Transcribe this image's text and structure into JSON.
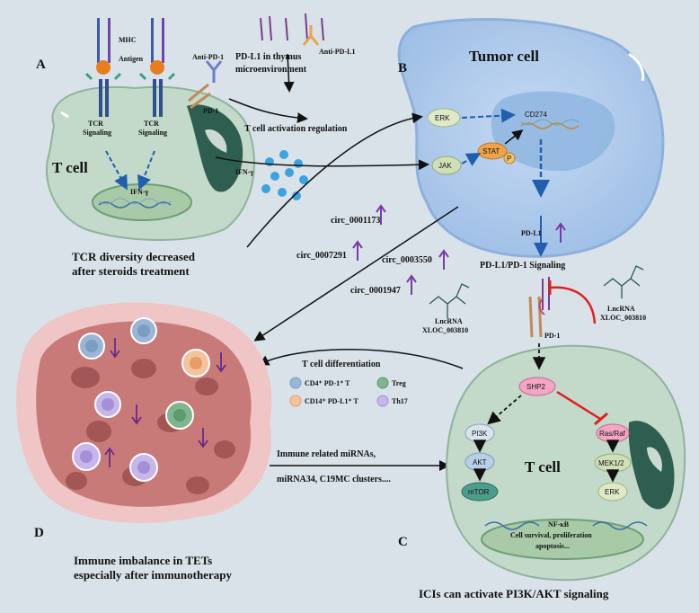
{
  "panels": {
    "A": "A",
    "B": "B",
    "C": "C",
    "D": "D"
  },
  "panel_a": {
    "mhc": "MHC",
    "antigen": "Antigen",
    "anti_pd1": "Anti-PD-1",
    "pd1": "PD-1",
    "tcr_signaling_1a": "TCR",
    "tcr_signaling_1b": "Signaling",
    "tcr_signaling_2a": "TCR",
    "tcr_signaling_2b": "Signaling",
    "t_cell": "T cell",
    "ifn": "IFN-γ",
    "caption_1": "TCR diversity decreased",
    "caption_2": "after steroids treatment"
  },
  "thymus": {
    "title_1": "PD-L1 in thymus",
    "title_2": "microenvironment",
    "anti_pdl1": "Anti-PD-L1",
    "regulation": "T cell activation regulation",
    "ifn_gamma": "IFN-γ"
  },
  "panel_b": {
    "tumor_cell": "Tumor cell",
    "erk": "ERK",
    "jak": "JAK",
    "stat": "STAT",
    "p": "P",
    "cd274": "CD274",
    "pdl1": "PD-L1",
    "signaling": "PD-L1/PD-1 Signaling"
  },
  "circ": {
    "c1": "circ_0001173",
    "c2": "circ_0007291",
    "c3": "circ_0003550",
    "c4": "circ_0001947"
  },
  "lncrna": {
    "left_1": "LncRNA",
    "left_2": "XLOC_003810",
    "right_1": "LncRNA",
    "right_2": "XLOC_003810"
  },
  "panel_c": {
    "pd1": "PD-1",
    "shp2": "SHP2",
    "pi3k": "PI3K",
    "akt": "AKT",
    "mtor": "mTOR",
    "ras_raf": "Ras/Raf",
    "mek": "MEK1/2",
    "erk": "ERK",
    "t_cell": "T cell",
    "nfkb": "NF-κB",
    "nucleus_1": "Cell survival, proliferation",
    "nucleus_2": "apoptosis...",
    "caption": "ICIs can activate PI3K/AKT signaling"
  },
  "differentiation": {
    "title": "T cell differentiation",
    "legend": [
      {
        "label": "CD4⁺ PD-1⁺ T",
        "color": "#9ab6d6"
      },
      {
        "label": "Treg",
        "color": "#7fb58f"
      },
      {
        "label": "CD14⁺ PD-L1⁺ T",
        "color": "#f4c29c"
      },
      {
        "label": "Th17",
        "color": "#c7b6ea"
      }
    ]
  },
  "mirna": {
    "line1": "Immune related miRNAs,",
    "line2": "miRNA34, C19MC clusters...."
  },
  "panel_d": {
    "caption_1": "Immune imbalance in TETs",
    "caption_2": "especially after immunotherapy"
  }
}
